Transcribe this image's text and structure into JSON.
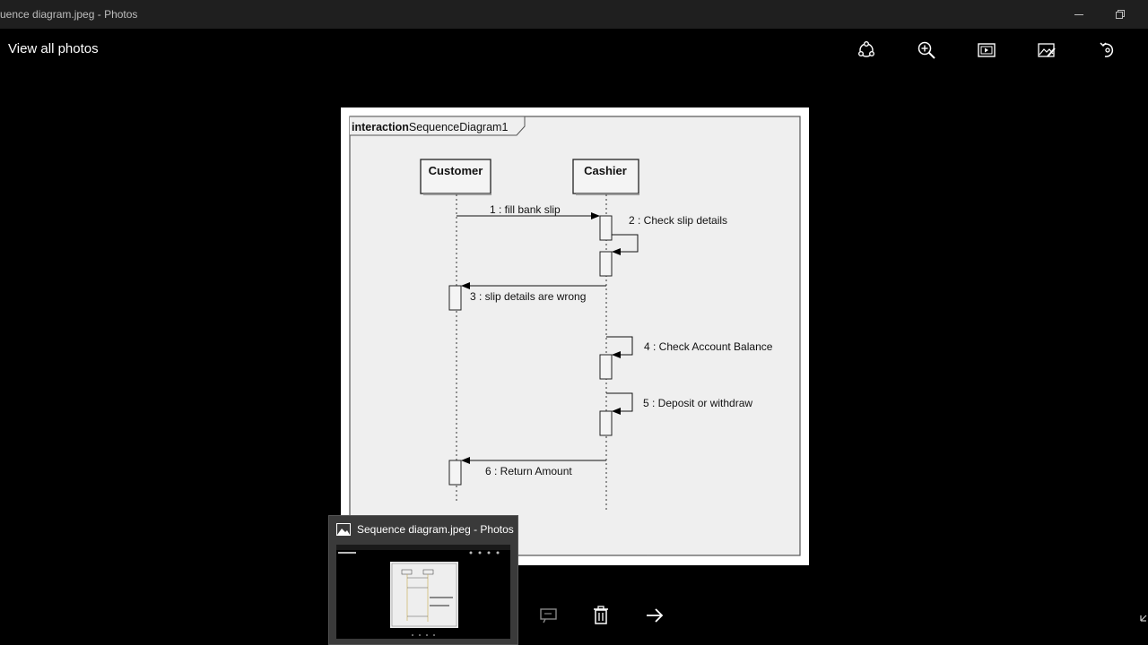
{
  "window": {
    "title": "uence diagram.jpeg - Photos",
    "minimize_label": "",
    "restore_label": ""
  },
  "toolbar": {
    "back_label": "View all photos",
    "icons": [
      "share-icon",
      "zoom-icon",
      "slideshow-icon",
      "edit-icon",
      "rotate-icon"
    ]
  },
  "diagram": {
    "frame_label_bold": "interaction",
    "frame_label_name": "SequenceDiagram1",
    "lifelines": [
      {
        "name": "Customer"
      },
      {
        "name": "Cashier"
      }
    ],
    "messages": [
      {
        "label": "1 : fill bank slip"
      },
      {
        "label": "2 : Check slip details"
      },
      {
        "label": "3 : slip details are wrong"
      },
      {
        "label": "4 : Check Account Balance"
      },
      {
        "label": "5 : Deposit or withdraw"
      },
      {
        "label": "6 : Return Amount"
      }
    ]
  },
  "taskbar_preview": {
    "title": "Sequence diagram.jpeg - Photos"
  },
  "bottom_bar": {
    "icons": [
      "present-icon",
      "delete-icon",
      "next-arrow-icon"
    ]
  }
}
